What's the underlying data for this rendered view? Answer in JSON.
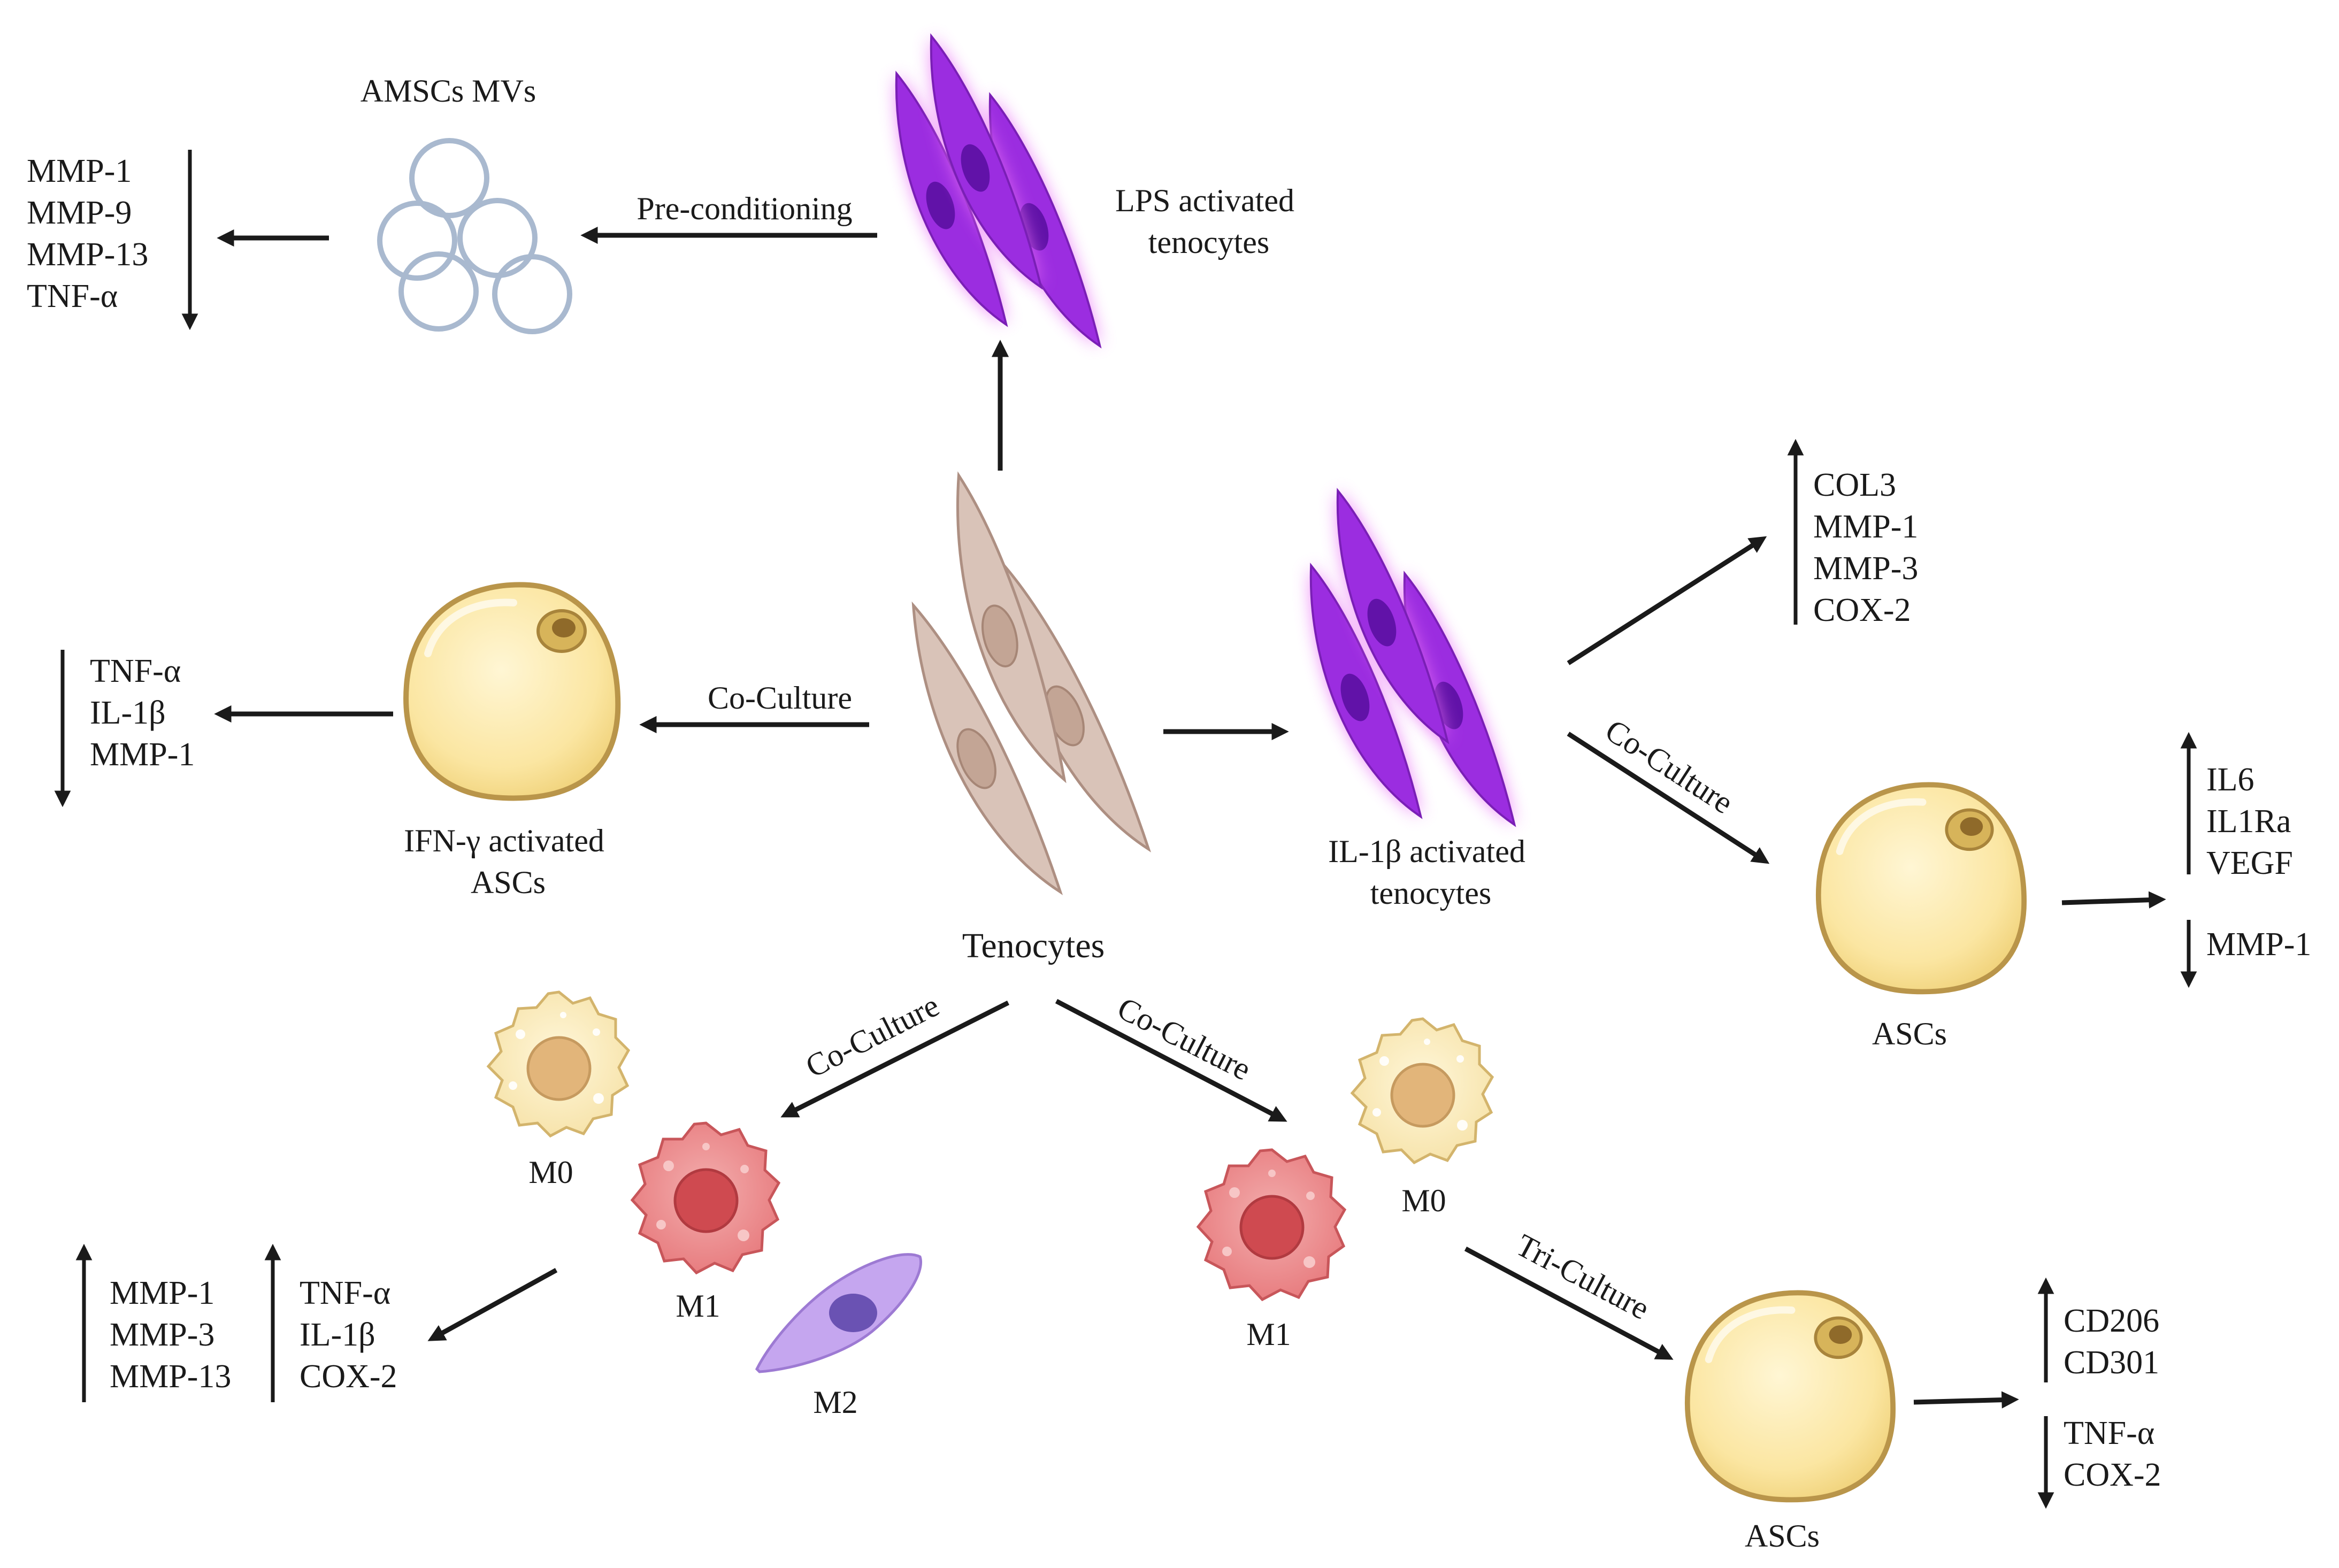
{
  "nodes": {
    "tenocytes": "Tenocytes",
    "lps_tenocytes": [
      "LPS activated",
      "tenocytes"
    ],
    "amscs_mvs": "AMSCs MVs",
    "ifn_ascs": [
      "IFN-γ activated",
      "ASCs"
    ],
    "il1b_tenocytes": [
      "IL-1β activated",
      "tenocytes"
    ],
    "ascs_right": "ASCs",
    "ascs_bottom": "ASCs",
    "m0_left": "M0",
    "m1_left": "M1",
    "m2_left": "M2",
    "m0_right": "M0",
    "m1_right": "M1"
  },
  "edges": {
    "preconditioning": "Pre-conditioning",
    "coculture_ifn": "Co-Culture",
    "coculture_il1b_ascs": "Co-Culture",
    "coculture_macro_left": "Co-Culture",
    "coculture_macro_right": "Co-Culture",
    "triculture": "Tri-Culture"
  },
  "markers": {
    "amscs_down": [
      "MMP-1",
      "MMP-9",
      "MMP-13",
      "TNF-α"
    ],
    "ifn_down": [
      "TNF-α",
      "IL-1β",
      "MMP-1"
    ],
    "il1b_up": [
      "COL3",
      "MMP-1",
      "MMP-3",
      "COX-2"
    ],
    "ascs_right_up": [
      "IL6",
      "IL1Ra",
      "VEGF"
    ],
    "ascs_right_down": [
      "MMP-1"
    ],
    "macro_left_up_a": [
      "MMP-1",
      "MMP-3",
      "MMP-13"
    ],
    "macro_left_up_b": [
      "TNF-α",
      "IL-1β",
      "COX-2"
    ],
    "tri_up": [
      "CD206",
      "CD301"
    ],
    "tri_down": [
      "TNF-α",
      "COX-2"
    ]
  },
  "colors": {
    "tenocyte": "#d9c3b8",
    "activated_tenocyte": "#9b2de0",
    "ascs_fill": "#fbe6a2",
    "m1": "#e8898b",
    "m0": "#fbeab8",
    "m2": "#c5a6ef",
    "mv_ring": "#a9b9cf"
  },
  "icons": [
    "microvesicle-cluster",
    "tenocyte-spindle",
    "activated-tenocyte-glow",
    "adipose-stem-cell",
    "macrophage-m0",
    "macrophage-m1",
    "macrophage-m2"
  ]
}
